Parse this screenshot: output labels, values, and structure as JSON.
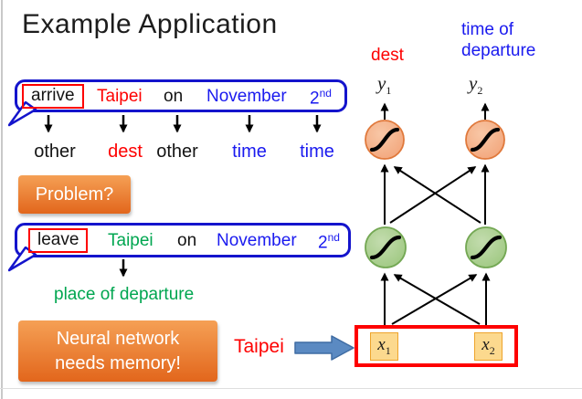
{
  "title": "Example Application",
  "sentence1": {
    "words": [
      {
        "text": "arrive",
        "color": "black",
        "boxed": true
      },
      {
        "text": "Taipei",
        "color": "red"
      },
      {
        "text": "on",
        "color": "black"
      },
      {
        "text": "November",
        "color": "blue"
      },
      {
        "text": "2",
        "sup": "nd",
        "color": "blue"
      }
    ],
    "slot_labels": [
      {
        "text": "other",
        "color": "black"
      },
      {
        "text": "dest",
        "color": "red"
      },
      {
        "text": "other",
        "color": "black"
      },
      {
        "text": "time",
        "color": "blue"
      },
      {
        "text": "time",
        "color": "blue"
      }
    ]
  },
  "problem_button": {
    "label": "Problem?"
  },
  "sentence2": {
    "words": [
      {
        "text": "leave",
        "color": "black",
        "boxed": true
      },
      {
        "text": "Taipei",
        "color": "green"
      },
      {
        "text": "on",
        "color": "black"
      },
      {
        "text": "November",
        "color": "blue"
      },
      {
        "text": "2",
        "sup": "nd",
        "color": "blue"
      }
    ],
    "annotation": "place of departure"
  },
  "memory_box": {
    "line1": "Neural network",
    "line2": "needs memory!"
  },
  "network": {
    "input_word": "Taipei",
    "outputs": [
      {
        "label": "dest",
        "var": "y",
        "sub": "1"
      },
      {
        "label_line1": "time of",
        "label_line2": "departure",
        "var": "y",
        "sub": "2"
      }
    ],
    "inputs": [
      {
        "var": "x",
        "sub": "1"
      },
      {
        "var": "x",
        "sub": "2"
      }
    ],
    "hidden_neurons": 2,
    "output_neurons": 2,
    "activation": "sigmoid"
  },
  "colors": {
    "bubble_border_blue": "#1414cc",
    "text_blue": "#1a1aef",
    "text_red": "#fe0000",
    "text_green": "#00a650",
    "button_orange_top": "#f5a055",
    "button_orange_bottom": "#e2661c",
    "hidden_neuron_green": "#a9cf8c",
    "output_neuron_orange": "#f5ae87",
    "input_box_yellow": "#fcd98e",
    "block_arrow_blue": "#5b8ac2",
    "highlight_box_red": "#fe0000"
  }
}
